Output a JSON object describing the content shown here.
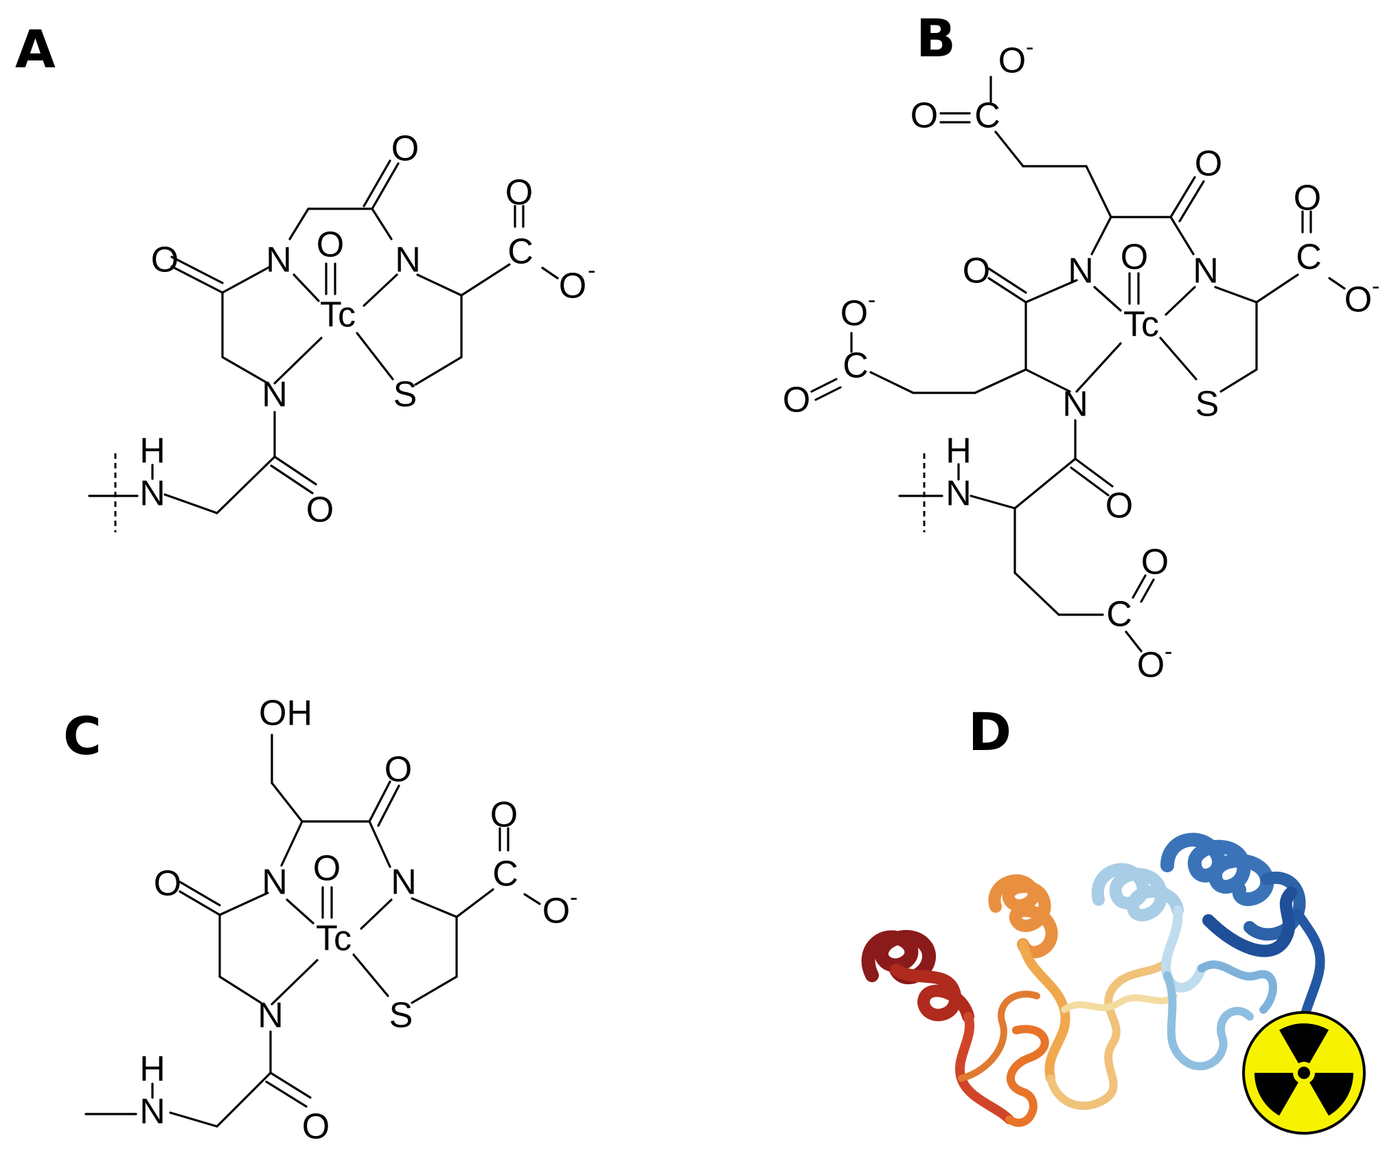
{
  "panels": [
    {
      "label": "A"
    },
    {
      "label": "B"
    },
    {
      "label": "C"
    },
    {
      "label": "D"
    }
  ],
  "atoms": {
    "oxygen": "O",
    "nitrogen": "N",
    "technetium": "Tc",
    "sulfur": "S",
    "carbon": "C",
    "hydrogen": "H",
    "hydroxyl": "OH",
    "charge_minus": "-"
  },
  "colors": {
    "radiation_yellow": "#f7f300",
    "radiation_black": "#000000",
    "protein_red": "#8b1a1a",
    "protein_orange": "#e8742a",
    "protein_tan": "#f0c27a",
    "protein_lightblue": "#a9cde6",
    "protein_blue": "#2c62a8"
  },
  "icons": {
    "protein": "protein-ribbon-icon",
    "radiation": "radiation-trefoil-icon"
  }
}
